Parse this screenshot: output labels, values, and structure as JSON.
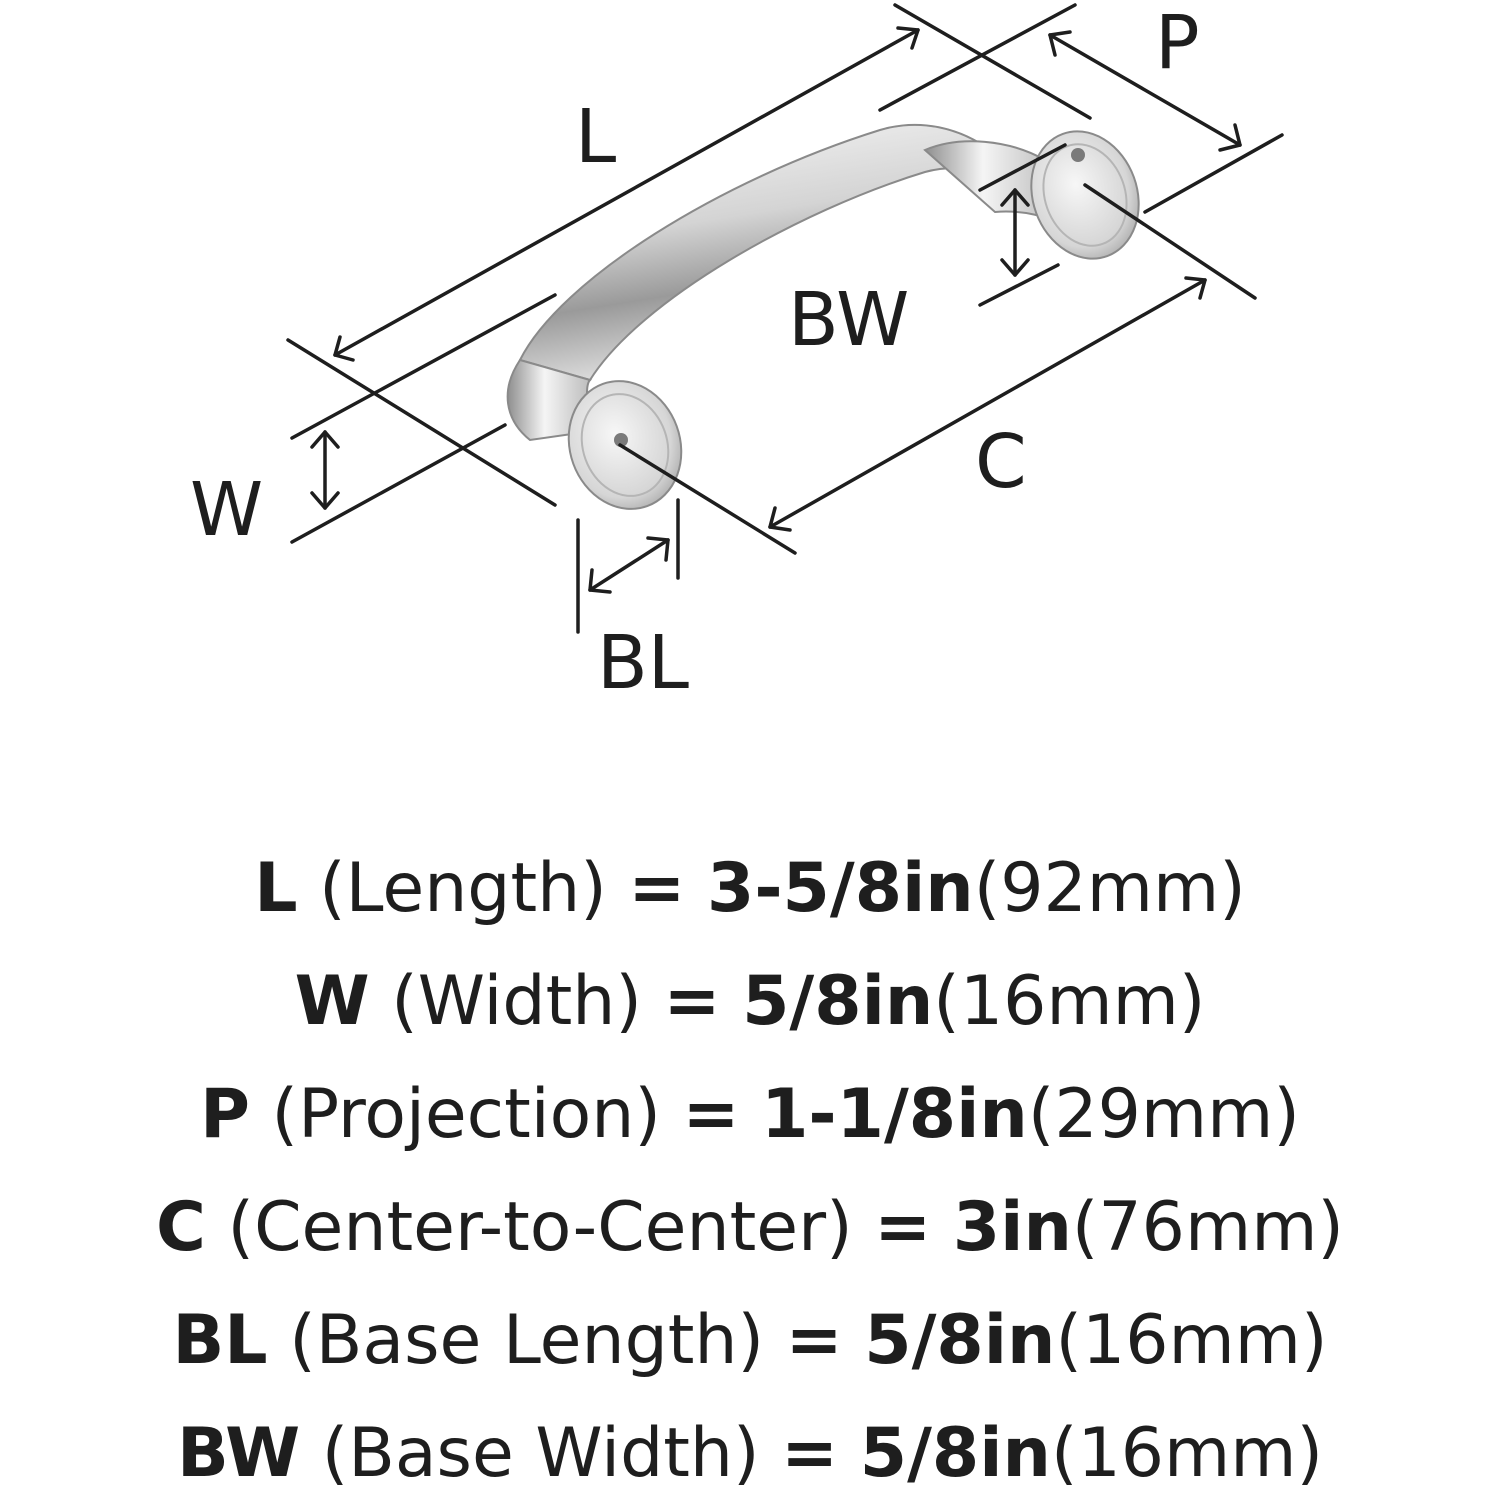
{
  "labels": {
    "L": "L",
    "P": "P",
    "BW": "BW",
    "W": "W",
    "C": "C",
    "BL": "BL"
  },
  "specs": [
    {
      "code": "L",
      "name": "(Length)",
      "eq": "=",
      "imperial": "3-5/8in",
      "metric": "(92mm)"
    },
    {
      "code": "W",
      "name": "(Width)",
      "eq": "=",
      "imperial": "5/8in",
      "metric": "(16mm)"
    },
    {
      "code": "P",
      "name": "(Projection)",
      "eq": "=",
      "imperial": "1-1/8in",
      "metric": "(29mm)"
    },
    {
      "code": "C",
      "name": "(Center-to-Center)",
      "eq": "=",
      "imperial": "3in",
      "metric": "(76mm)"
    },
    {
      "code": "BL",
      "name": "(Base Length)",
      "eq": "=",
      "imperial": "5/8in",
      "metric": "(16mm)"
    },
    {
      "code": "BW",
      "name": "(Base Width)",
      "eq": "=",
      "imperial": "5/8in",
      "metric": "(16mm)"
    }
  ],
  "colors": {
    "ink": "#1e1e1e",
    "metal_light": "#f2f2f2",
    "metal_mid": "#c9c9c9",
    "metal_dark": "#8a8a8a"
  },
  "icons": {
    "product": "cabinet-pull-handle"
  }
}
